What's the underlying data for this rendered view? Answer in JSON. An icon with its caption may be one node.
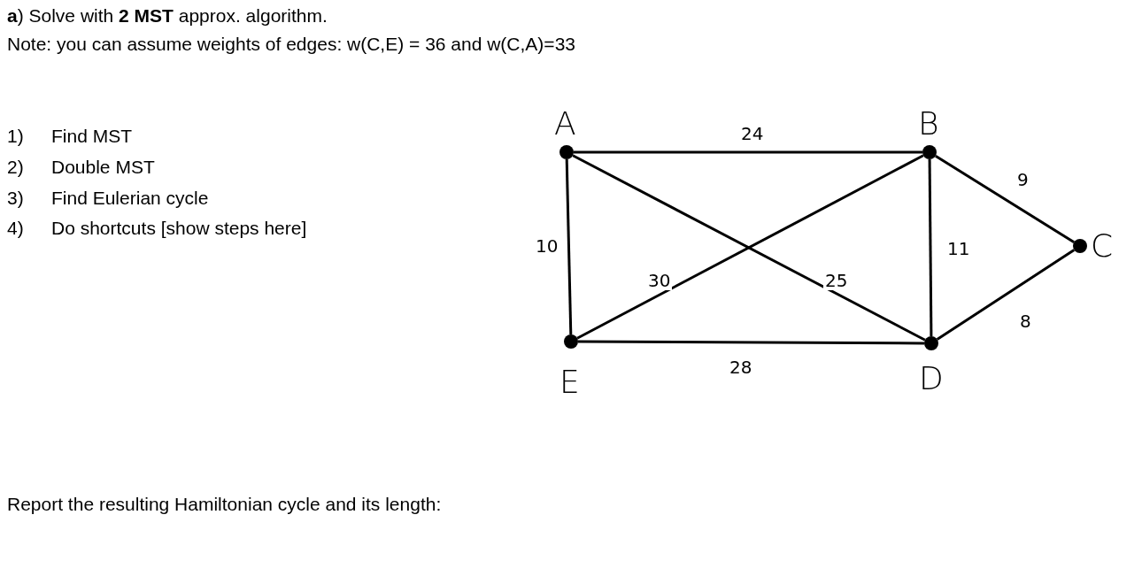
{
  "diagram": {
    "title": "**a**) Solve with **2 MST** approx. algorithm.",
    "nodes": [
      {
        "text": [
          "A"
        ]
      },
      {
        "text": [
          "B"
        ]
      },
      {
        "text": [
          "C"
        ]
      },
      {
        "text": [
          "D"
        ]
      },
      {
        "text": [
          "E"
        ]
      }
    ],
    "edges": [
      {
        "from": 0,
        "to": 1,
        "arrow": "none",
        "label": "24"
      },
      {
        "from": 0,
        "to": 4,
        "arrow": "none",
        "label": "10"
      },
      {
        "from": 0,
        "to": 3,
        "arrow": "none",
        "label": "25"
      },
      {
        "from": 4,
        "to": 1,
        "arrow": "none",
        "label": "30"
      },
      {
        "from": 1,
        "to": 2,
        "arrow": "none",
        "label": "9"
      },
      {
        "from": 1,
        "to": 3,
        "arrow": "none",
        "label": "11"
      },
      {
        "from": 3,
        "to": 2,
        "arrow": "none",
        "label": "8"
      },
      {
        "from": 4,
        "to": 3,
        "arrow": "none",
        "label": "28"
      }
    ],
    "labels": [
      "Note: you can assume weights of edges: w(C,E) = 36 and w(C,A)=33",
      "1)",
      "Find MST",
      "2)",
      "Double MST",
      "3)",
      "Find Eulerian cycle",
      "4)",
      "Do shortcuts [show steps here]",
      "Report the resulting Hamiltonian cycle and its length:"
    ]
  }
}
